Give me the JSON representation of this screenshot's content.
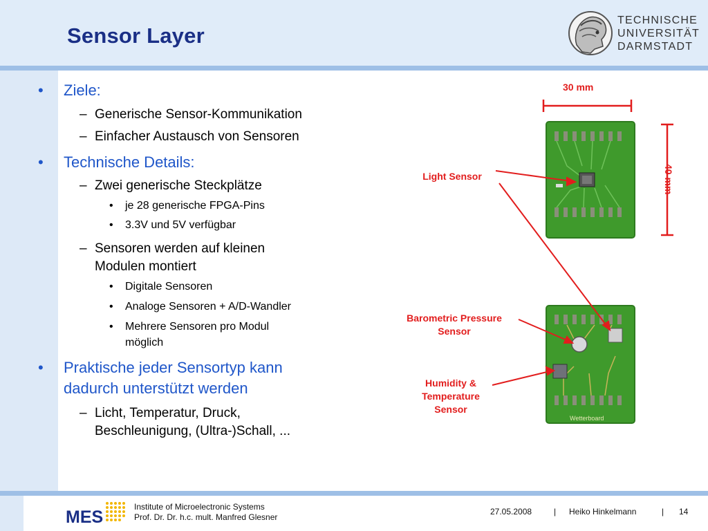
{
  "slide": {
    "title": "Sensor Layer",
    "university": [
      "TECHNISCHE",
      "UNIVERSITÄT",
      "DARMSTADT"
    ]
  },
  "bullets": {
    "b1": "Ziele:",
    "b1_s1": "Generische Sensor-Kommunikation",
    "b1_s2": "Einfacher Austausch von Sensoren",
    "b2": "Technische Details:",
    "b2_s1": "Zwei generische Steckplätze",
    "b2_s1_d1": "je 28 generische FPGA-Pins",
    "b2_s1_d2": "3.3V und 5V verfügbar",
    "b2_s2_line1": "Sensoren werden auf kleinen",
    "b2_s2_line2": "Modulen montiert",
    "b2_s2_d1": "Digitale Sensoren",
    "b2_s2_d2": "Analoge Sensoren + A/D-Wandler",
    "b2_s2_d3_line1": "Mehrere Sensoren pro Modul",
    "b2_s2_d3_line2": "möglich",
    "b3_line1": "Praktische jeder Sensortyp kann",
    "b3_line2": "dadurch unterstützt werden",
    "b3_s1_line1": "Licht, Temperatur, Druck,",
    "b3_s1_line2": "Beschleunigung, (Ultra-)Schall, ..."
  },
  "figure": {
    "width_label": "30 mm",
    "height_label": "40 mm",
    "light_sensor": "Light Sensor",
    "baro_line1": "Barometric Pressure",
    "baro_line2": "Sensor",
    "hum_line1": "Humidity &",
    "hum_line2": "Temperature",
    "hum_line3": "Sensor",
    "board_silkscreen": "Wetterboard"
  },
  "footer": {
    "logo_text": "MES",
    "institute": "Institute of Microelectronic Systems",
    "professor": "Prof. Dr. Dr. h.c. mult. Manfred Glesner",
    "date": "27.05.2008",
    "sep1": "|",
    "author": "Heiko Hinkelmann",
    "sep2": "|",
    "page": "14"
  },
  "colors": {
    "title": "#1a2f86",
    "bullet_level1": "#1f56c9",
    "annotation": "#e21d1d",
    "pcb_green": "#3f9a2c",
    "band": "#dde9f7"
  }
}
